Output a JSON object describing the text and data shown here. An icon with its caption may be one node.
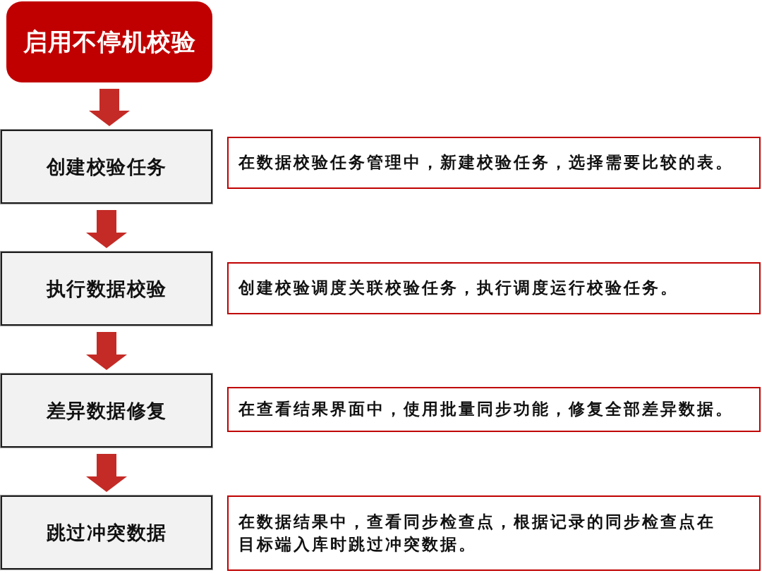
{
  "diagram": {
    "nodes": [
      {
        "text": [
          "启用不停机校验"
        ]
      },
      {
        "text": [
          "创建校验任务"
        ]
      },
      {
        "text": [
          "在数据校验任务管理中，新建校验任务，选择需要比较的表。"
        ]
      },
      {
        "text": [
          "执行数据校验"
        ]
      },
      {
        "text": [
          "创建校验调度关联校验任务，执行调度运行校验任务。"
        ]
      },
      {
        "text": [
          "差异数据修复"
        ]
      },
      {
        "text": [
          "在查看结果界面中，使用批量同步功能，修复全部差异数据。"
        ]
      },
      {
        "text": [
          "跳过冲突数据"
        ]
      },
      {
        "text": [
          "在数据结果中，查看同步检查点，根据记录的同步检查点在目标端入库时跳过冲突数据。"
        ]
      }
    ],
    "edges": [
      {
        "from": 0,
        "to": 1,
        "arrow": "to"
      },
      {
        "from": 1,
        "to": 3,
        "arrow": "to"
      },
      {
        "from": 3,
        "to": 5,
        "arrow": "to"
      },
      {
        "from": 5,
        "to": 7,
        "arrow": "to"
      }
    ]
  }
}
